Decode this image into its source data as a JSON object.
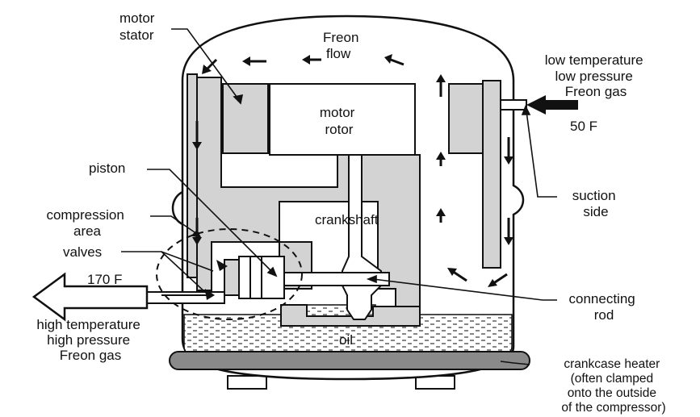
{
  "labels": {
    "motor_stator": [
      "motor",
      "stator"
    ],
    "freon_flow": [
      "Freon",
      "flow"
    ],
    "low_temp_gas": [
      "low temperature",
      "low pressure",
      "Freon gas"
    ],
    "inlet_temp": "50 F",
    "motor_rotor": [
      "motor",
      "rotor"
    ],
    "piston": "piston",
    "compression_area": [
      "compression",
      "area"
    ],
    "crankshaft": "crankshaft",
    "suction_side": [
      "suction",
      "side"
    ],
    "valves": "valves",
    "outlet_temp": "170 F",
    "connecting_rod": [
      "connecting",
      "rod"
    ],
    "high_temp_gas": [
      "high temperature",
      "high pressure",
      "Freon gas"
    ],
    "oil": "oil",
    "crankcase_heater": [
      "crankcase heater",
      "(often clamped",
      "onto the outside",
      "of the compressor)"
    ]
  },
  "colors": {
    "line": "#111111",
    "fill_gray": "#d3d3d3",
    "heater_gray": "#8a8a8a"
  }
}
